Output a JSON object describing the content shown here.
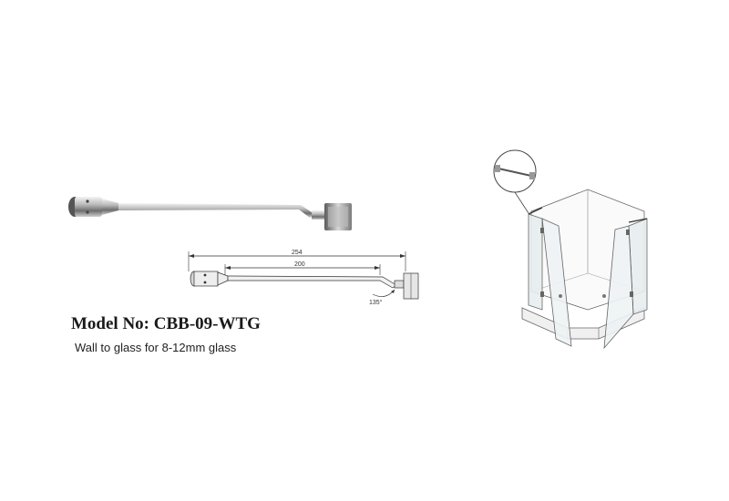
{
  "product": {
    "model_no": "Model No: CBB-09-WTG",
    "description": "Wall to glass for 8-12mm glass"
  },
  "drawing": {
    "dim_overall": "254",
    "dim_inner": "200",
    "angle": "135°"
  }
}
